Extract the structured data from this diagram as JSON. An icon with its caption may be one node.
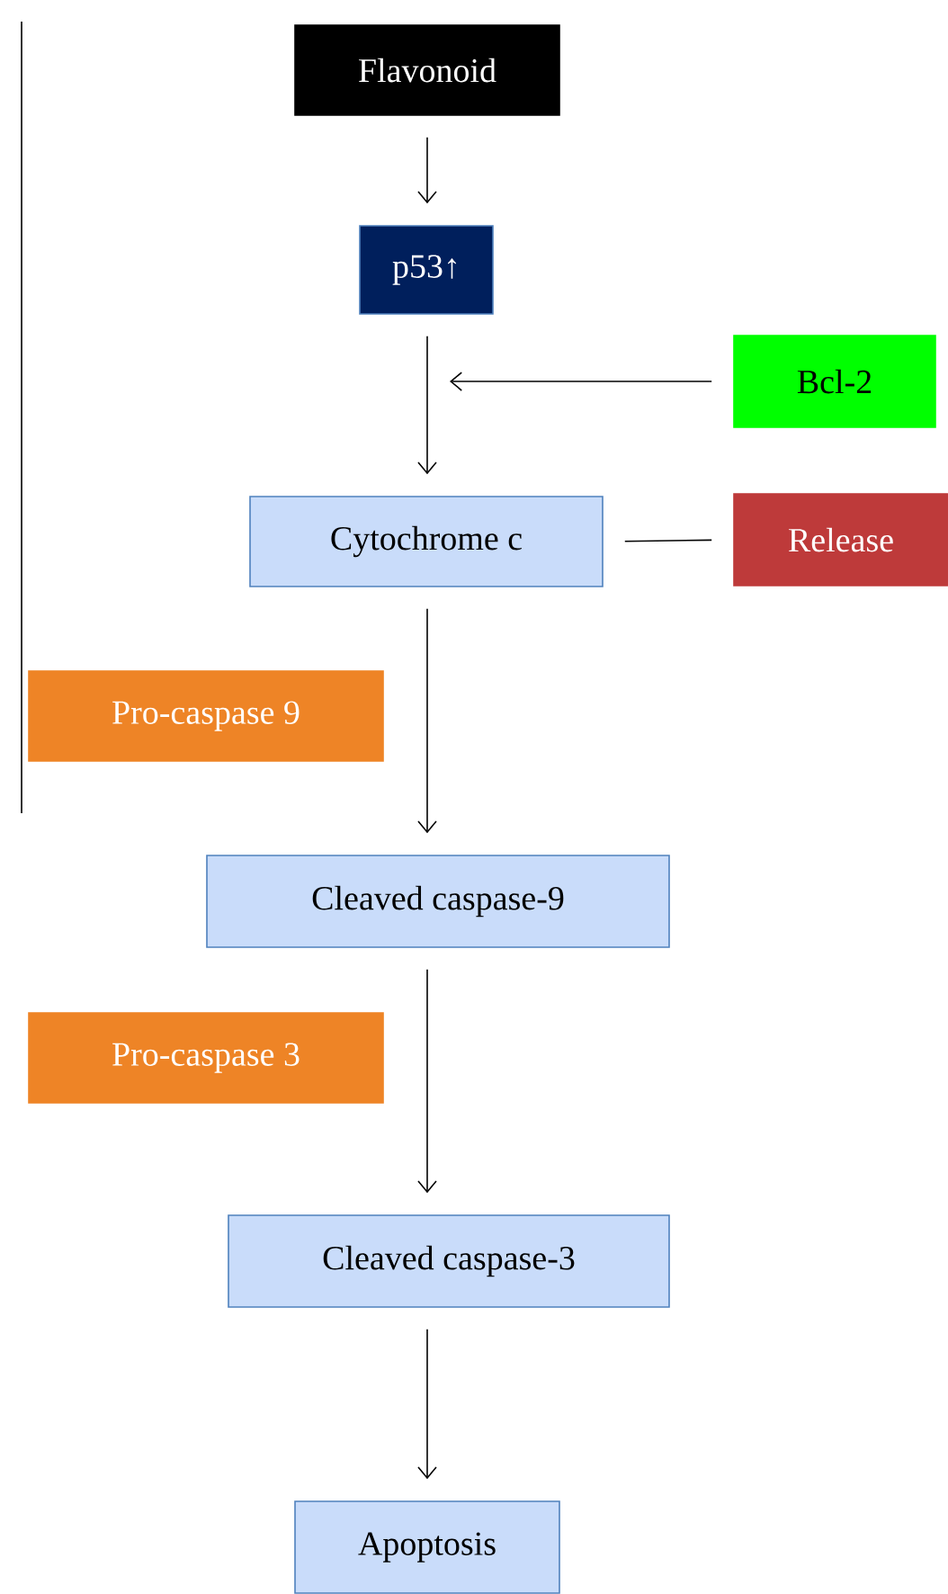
{
  "diagram": {
    "nodes": [
      {
        "text": [
          "Flavonoid"
        ]
      },
      {
        "text": [
          "p53↑"
        ]
      },
      {
        "text": [
          "Bcl-2"
        ]
      },
      {
        "text": [
          "Cytochrome c"
        ]
      },
      {
        "text": [
          "Release"
        ]
      },
      {
        "text": [
          "Pro-caspase 9"
        ]
      },
      {
        "text": [
          "Cleaved caspase-9"
        ]
      },
      {
        "text": [
          "Pro-caspase 3"
        ]
      },
      {
        "text": [
          "Cleaved caspase-3"
        ]
      },
      {
        "text": [
          "Apoptosis"
        ]
      }
    ],
    "edges": [
      {
        "from": 0,
        "to": 1,
        "arrow": "to"
      },
      {
        "from": 1,
        "to": 3,
        "arrow": "to"
      },
      {
        "from": 2,
        "to": null,
        "arrow": "to"
      },
      {
        "from": 4,
        "to": 3,
        "arrow": "none"
      },
      {
        "from": 3,
        "to": 6,
        "arrow": "to"
      },
      {
        "from": 6,
        "to": 8,
        "arrow": "to"
      },
      {
        "from": 8,
        "to": 9,
        "arrow": "to"
      }
    ]
  }
}
